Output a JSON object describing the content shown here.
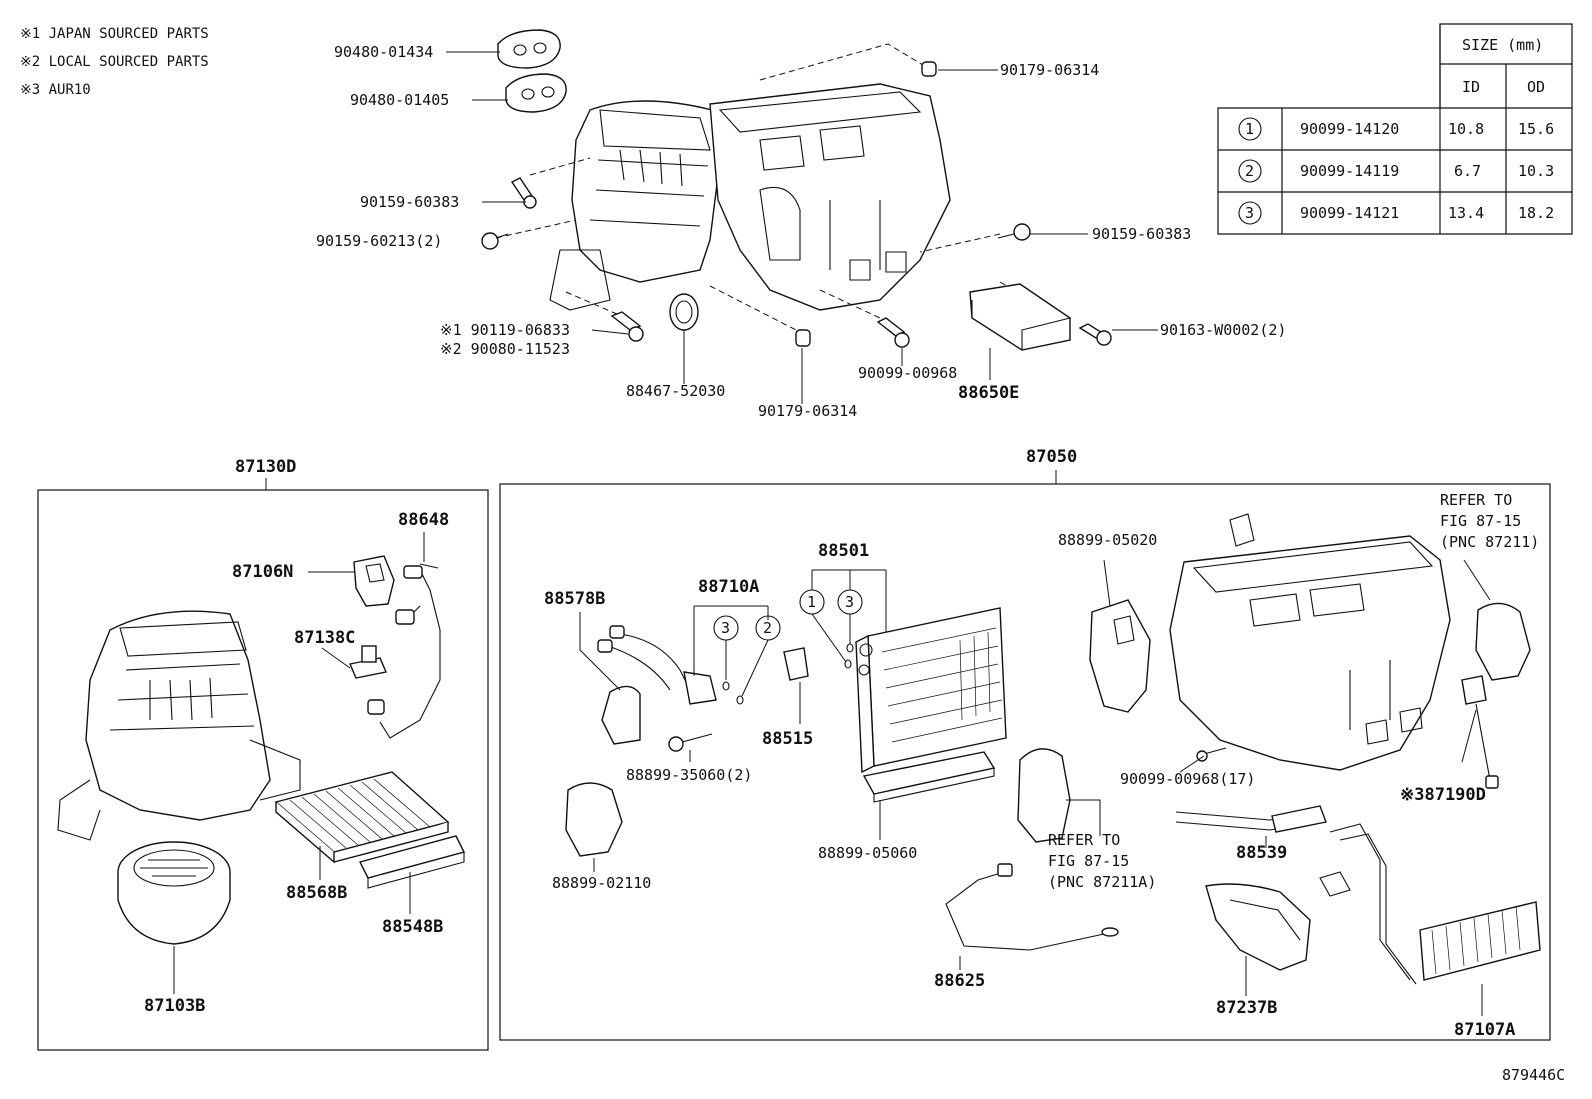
{
  "notes": [
    "※1 JAPAN SOURCED PARTS",
    "※2 LOCAL SOURCED PARTS",
    "※3 AUR10"
  ],
  "size_table": {
    "header": "SIZE (mm)",
    "col_id": "ID",
    "col_od": "OD",
    "rows": [
      {
        "mark": "1",
        "part": "90099-14120",
        "id": "10.8",
        "od": "15.6"
      },
      {
        "mark": "2",
        "part": "90099-14119",
        "id": "6.7",
        "od": "10.3"
      },
      {
        "mark": "3",
        "part": "90099-14121",
        "id": "13.4",
        "od": "18.2"
      }
    ]
  },
  "top_labels": {
    "p1": "90480-01434",
    "p2": "90480-01405",
    "p3": "90179-06314",
    "p4": "90159-60383",
    "p5": "90159-60213(2)",
    "p6": "90159-60383",
    "p7a": "※1 90119-06833",
    "p7b": "※2 90080-11523",
    "p8": "88467-52030",
    "p9": "90179-06314",
    "p10": "90099-00968",
    "p11": "88650E",
    "p12": "90163-W0002(2)"
  },
  "left_group": {
    "title": "87130D",
    "labels": {
      "a": "88648",
      "b": "87106N",
      "c": "87138C",
      "d": "88568B",
      "e": "88548B",
      "f": "87103B"
    }
  },
  "right_group": {
    "title": "87050",
    "labels": {
      "a": "88578B",
      "b": "88710A",
      "c": "88501",
      "d": "88899-05020",
      "e": "88515",
      "f": "88899-35060(2)",
      "g": "88899-02110",
      "h": "88899-05060",
      "i": "90099-00968(17)",
      "j": "※387190D",
      "k": "88539",
      "l": "88625",
      "m": "87237B",
      "n": "87107A"
    },
    "callout_marks": [
      "3",
      "2",
      "1",
      "3"
    ],
    "refer1": [
      "REFER TO",
      "FIG 87-15",
      "(PNC 87211)"
    ],
    "refer2": [
      "REFER TO",
      "FIG 87-15",
      "(PNC 87211A)"
    ]
  },
  "figure_id": "879446C"
}
